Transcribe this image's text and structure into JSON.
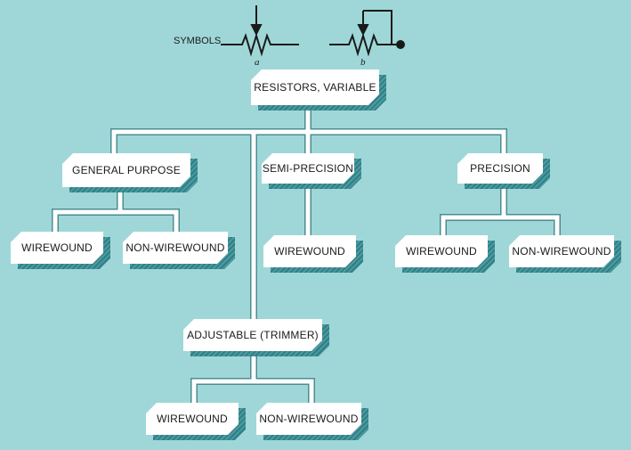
{
  "symbols": {
    "label": "SYMBOLS",
    "a_label": "a",
    "b_label": "b"
  },
  "nodes": {
    "root": "RESISTORS, VARIABLE",
    "general_purpose": "GENERAL PURPOSE",
    "semi_precision": "SEMI-PRECISION",
    "precision": "PRECISION",
    "adjustable": "ADJUSTABLE (TRIMMER)",
    "gp_wirewound": "WIREWOUND",
    "gp_nonwirewound": "NON-WIREWOUND",
    "sp_wirewound": "WIREWOUND",
    "pr_wirewound": "WIREWOUND",
    "pr_nonwirewound": "NON-WIREWOUND",
    "adj_wirewound": "WIREWOUND",
    "adj_nonwirewound": "NON-WIREWOUND"
  },
  "colors": {
    "background": "#9fd7d8",
    "box": "#ffffff",
    "shadow": "#2f7f86",
    "connector": "#ffffff"
  }
}
